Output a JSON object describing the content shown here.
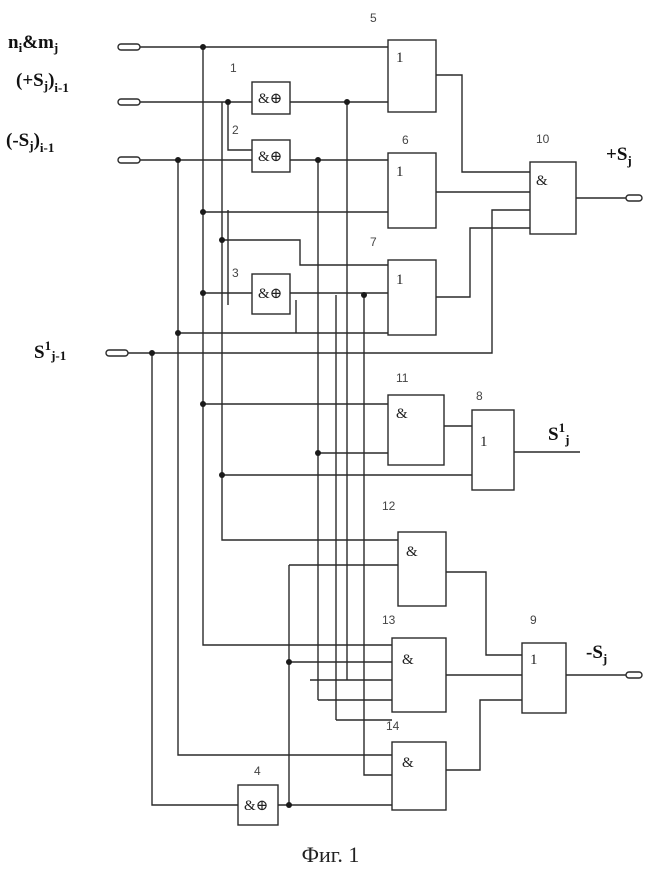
{
  "inputs": {
    "in1": {
      "main": "n",
      "sub": "i",
      "amp": "&",
      "main2": "m",
      "sub2": "j"
    },
    "in2": {
      "main": "(+S",
      "subA": "j",
      "close": ")",
      "sub": "i-1"
    },
    "in3": {
      "main": "(-S",
      "subA": "j",
      "close": ")",
      "sub": "i-1"
    },
    "in4": {
      "main": "S",
      "sup": "1",
      "sub": "j-1"
    }
  },
  "outputs": {
    "out_plus": {
      "main": "+S",
      "sub": "j"
    },
    "out_s1": {
      "main": "S",
      "sup": "1",
      "sub": "j"
    },
    "out_minus": {
      "main": "-S",
      "sub": "j"
    }
  },
  "gate_numbers": {
    "g1": "1",
    "g2": "2",
    "g3": "3",
    "g4": "4",
    "g5": "5",
    "g6": "6",
    "g7": "7",
    "g8": "8",
    "g9": "9",
    "g10": "10",
    "g11": "11",
    "g12": "12",
    "g13": "13",
    "g14": "14"
  },
  "gate_symbols": {
    "and": "&",
    "or": "1",
    "xor": "&⊕"
  },
  "caption": "Фиг. 1"
}
